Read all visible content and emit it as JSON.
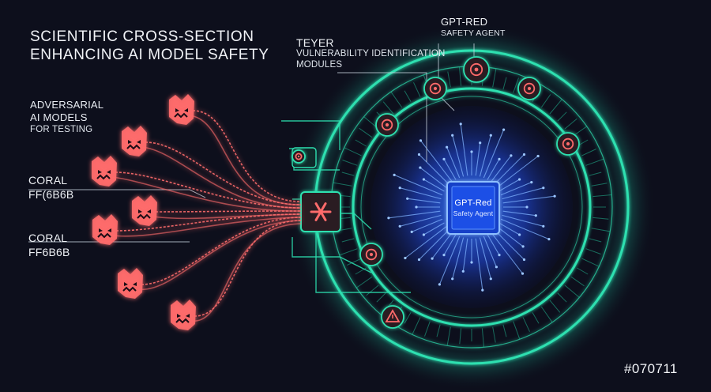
{
  "title": {
    "line1": "SCIENTIFIC CROSS-SECTION",
    "line2": "ENHANCING AI MODEL SAFETY"
  },
  "top_labels": {
    "teyer": "TEYER",
    "vuln_line1": "VULNERABILITY IDENTIFICATION",
    "vuln_line2": "MODULES",
    "gpt_red": "GPT-RED",
    "safety_agent": "SAFETY AGENT"
  },
  "left_labels": {
    "adv_line1": "ADVERSARIAL",
    "adv_line2": "AI MODELS",
    "adv_line3": "FOR TESTING",
    "coral1_name": "CORAL",
    "coral1_code": "FF(6B6B",
    "coral2_name": "CORAL",
    "coral2_code": "FF6B6B"
  },
  "core": {
    "line1": "GPT-Red",
    "line2": "Safety Agent"
  },
  "corner_code": "#070711",
  "colors": {
    "background": "#0d0f1c",
    "coral": "#ff6b6b",
    "teal": "#2de0b0",
    "core_blue": "#2f6bff"
  },
  "icons": {
    "adversarial": "monster-face-icon",
    "modules": [
      "bug-icon",
      "shield-icon",
      "network-icon",
      "chip-icon",
      "alert-icon",
      "lock-icon"
    ]
  }
}
